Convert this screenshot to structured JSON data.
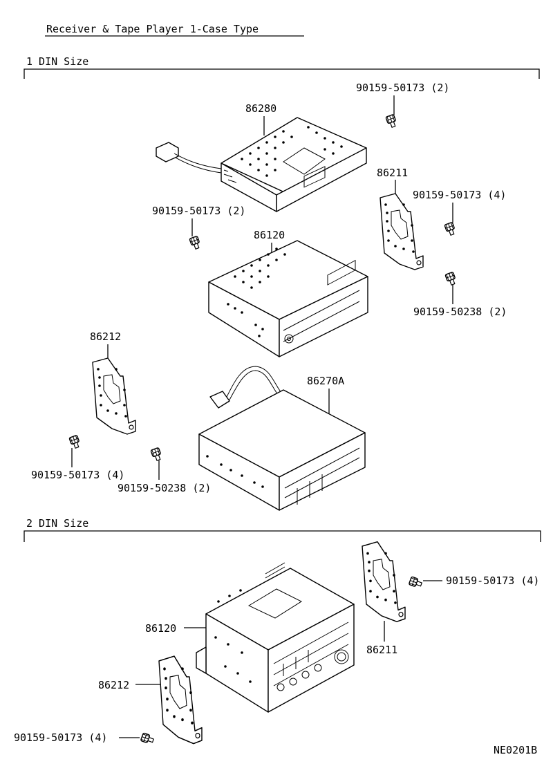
{
  "title": "Receiver & Tape Player 1-Case Type",
  "sections": {
    "din1": {
      "label": "1 DIN Size"
    },
    "din2": {
      "label": "2 DIN Size"
    }
  },
  "callouts": {
    "s1_screw_top": "90159-50173 (2)",
    "s1_86280": "86280",
    "s1_86211": "86211",
    "s1_screw_4_right": "90159-50173 (4)",
    "s1_screw_2_left": "90159-50173 (2)",
    "s1_86120": "86120",
    "s1_screw_50238_right": "90159-50238 (2)",
    "s1_86212": "86212",
    "s1_86270A": "86270A",
    "s1_screw_4_left": "90159-50173 (4)",
    "s1_screw_50238_left": "90159-50238 (2)",
    "s2_screw_4_right": "90159-50173 (4)",
    "s2_86120": "86120",
    "s2_86211": "86211",
    "s2_86212": "86212",
    "s2_screw_4_left": "90159-50173 (4)"
  },
  "figure_code": "NE0201B",
  "icons": {
    "screw": "screw-icon",
    "bracket": "mounting-bracket-icon",
    "cable": "cable-connector-icon"
  }
}
